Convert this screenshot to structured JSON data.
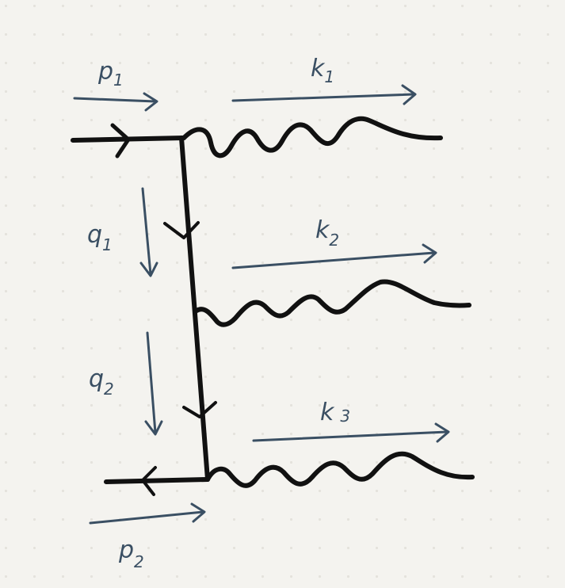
{
  "diagram": {
    "labels": {
      "p1": {
        "main": "p",
        "sub": "1"
      },
      "p2": {
        "main": "p",
        "sub": "2"
      },
      "q1": {
        "main": "q",
        "sub": "1"
      },
      "q2": {
        "main": "q",
        "sub": "2"
      },
      "k1": {
        "main": "k",
        "sub": "1"
      },
      "k2": {
        "main": "k",
        "sub": "2"
      },
      "k3": {
        "main": "k",
        "sub": "3"
      }
    },
    "colors": {
      "background": "#f4f3ef",
      "grid_dot": "#e4e2dc",
      "line": "#111111",
      "arrow": "#3a4f63"
    }
  }
}
